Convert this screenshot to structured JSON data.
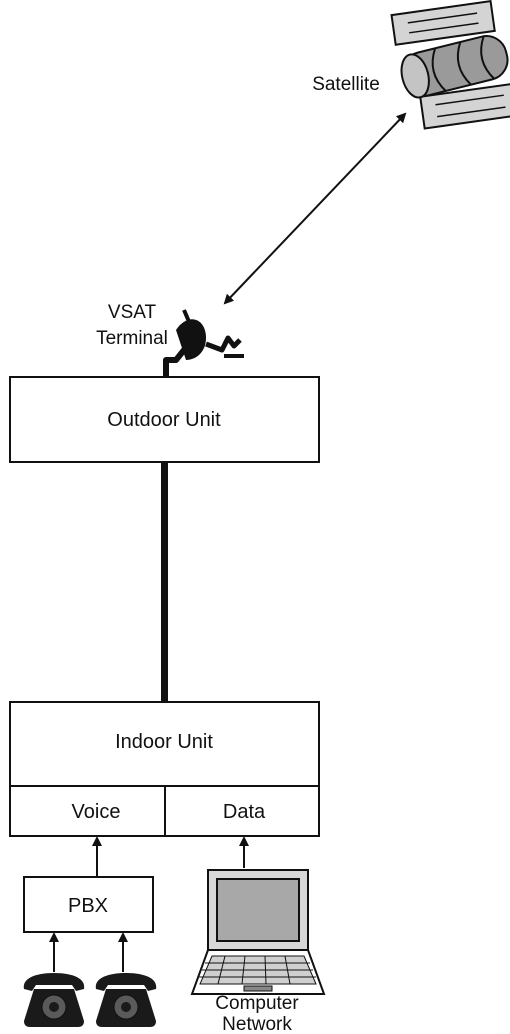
{
  "labels": {
    "satellite": "Satellite",
    "vsat_line1": "VSAT",
    "vsat_line2": "Terminal",
    "outdoor_unit": "Outdoor Unit",
    "indoor_unit": "Indoor Unit",
    "voice": "Voice",
    "data": "Data",
    "pbx": "PBX",
    "computer_line1": "Computer",
    "computer_line2": "Network"
  },
  "icons": {
    "satellite": "satellite-icon",
    "dish": "vsat-dish-icon",
    "phone": "telephone-icon",
    "computer": "laptop-icon"
  },
  "colors": {
    "stroke": "#111111",
    "satellite_body": "#9a9a9a",
    "screen": "#a8a8a8",
    "phone": "#1a1a1a"
  }
}
